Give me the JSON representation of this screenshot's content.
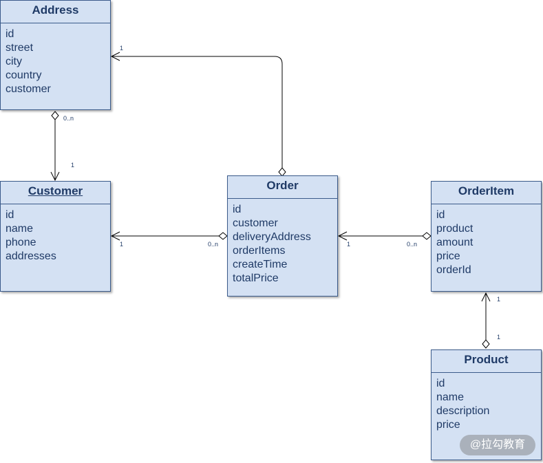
{
  "classes": {
    "address": {
      "name": "Address",
      "attributes": [
        "id",
        "street",
        "city",
        "country",
        "customer"
      ]
    },
    "customer": {
      "name": "Customer",
      "attributes": [
        "id",
        "name",
        "phone",
        "addresses"
      ]
    },
    "order": {
      "name": "Order",
      "attributes": [
        "id",
        "customer",
        "deliveryAddress",
        "orderItems",
        "createTime",
        "totalPrice"
      ]
    },
    "orderitem": {
      "name": "OrderItem",
      "attributes": [
        "id",
        "product",
        "amount",
        "price",
        "orderId"
      ]
    },
    "product": {
      "name": "Product",
      "attributes": [
        "id",
        "name",
        "description",
        "price"
      ]
    }
  },
  "multiplicities": {
    "order_address": "1",
    "address_customer_source": "0..n",
    "address_customer_target": "1",
    "order_customer_target": "1",
    "order_customer_source": "0..n",
    "orderitem_order_target": "1",
    "orderitem_order_source": "0..n",
    "product_orderitem_target": "1",
    "product_orderitem_source": "1"
  },
  "watermark": "@拉勾教育",
  "colors": {
    "box_fill": "#d4e1f3",
    "box_border": "#3a5a8a",
    "text": "#1f3a66",
    "edge": "#000000"
  }
}
